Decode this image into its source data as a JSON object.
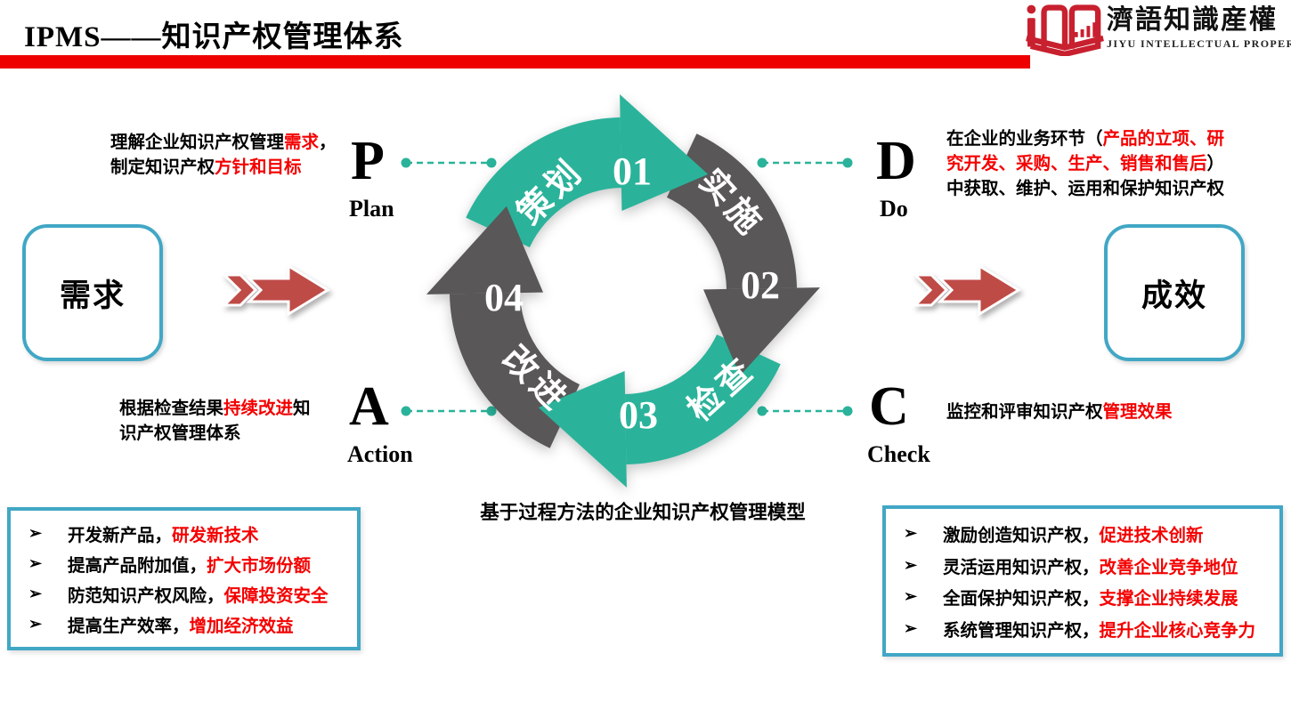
{
  "header": {
    "title": "IPMS——知识产权管理体系"
  },
  "logo": {
    "name_cn": "濟語知識産權",
    "name_en": "JIYU INTELLECTUAL PROPERTY"
  },
  "pdca": {
    "caption": "基于过程方法的企业知识产权管理模型",
    "steps": [
      {
        "num": "01",
        "arc_label": "策划",
        "letter": "P",
        "word": "Plan",
        "desc": [
          {
            "t": "理解企业知识产权管理"
          },
          {
            "t": "需求",
            "hl": true
          },
          {
            "t": "，\n制定知识产权"
          },
          {
            "t": "方针和目标",
            "hl": true
          }
        ]
      },
      {
        "num": "02",
        "arc_label": "实施",
        "letter": "D",
        "word": "Do",
        "desc": [
          {
            "t": "在企业的业务环节（"
          },
          {
            "t": "产品的立项、研\n究开发、采购、生产、销售和售后",
            "hl": true
          },
          {
            "t": "）\n中获取、维护、运用和保护知识产权"
          }
        ]
      },
      {
        "num": "03",
        "arc_label": "检查",
        "letter": "C",
        "word": "Check",
        "desc": [
          {
            "t": "监控和评审知识产权"
          },
          {
            "t": "管理效果",
            "hl": true
          }
        ]
      },
      {
        "num": "04",
        "arc_label": "改进",
        "letter": "A",
        "word": "Action",
        "desc": [
          {
            "t": "根据检查结果"
          },
          {
            "t": "持续改进",
            "hl": true
          },
          {
            "t": "知\n识产权管理体系"
          }
        ]
      }
    ]
  },
  "flow": {
    "input": "需求",
    "output": "成效"
  },
  "benefits": {
    "bullet": "➢",
    "left_items": [
      [
        {
          "t": "开发新产品，"
        },
        {
          "t": "研发新技术",
          "hl": true
        }
      ],
      [
        {
          "t": "提高产品附加值，"
        },
        {
          "t": "扩大市场份额",
          "hl": true
        }
      ],
      [
        {
          "t": "防范知识产权风险，"
        },
        {
          "t": "保障投资安全",
          "hl": true
        }
      ],
      [
        {
          "t": "提高生产效率，"
        },
        {
          "t": "增加经济效益",
          "hl": true
        }
      ]
    ],
    "right_items": [
      [
        {
          "t": "激励创造知识产权，"
        },
        {
          "t": "促进技术创新",
          "hl": true
        }
      ],
      [
        {
          "t": "灵活运用知识产权，"
        },
        {
          "t": "改善企业竞争地位",
          "hl": true
        }
      ],
      [
        {
          "t": "全面保护知识产权，"
        },
        {
          "t": "支撑企业持续发展",
          "hl": true
        }
      ],
      [
        {
          "t": "系统管理知识产权，"
        },
        {
          "t": "提升企业核心竞争力",
          "hl": true
        }
      ]
    ]
  },
  "colors": {
    "teal": "#2AB39A",
    "dark_gray": "#595757",
    "highlight_red": "#F40000",
    "bar_red": "#EE0000",
    "arrow_red": "#BF4B47",
    "box_border": "#41A7C5",
    "logo_red": "#C8202F"
  }
}
